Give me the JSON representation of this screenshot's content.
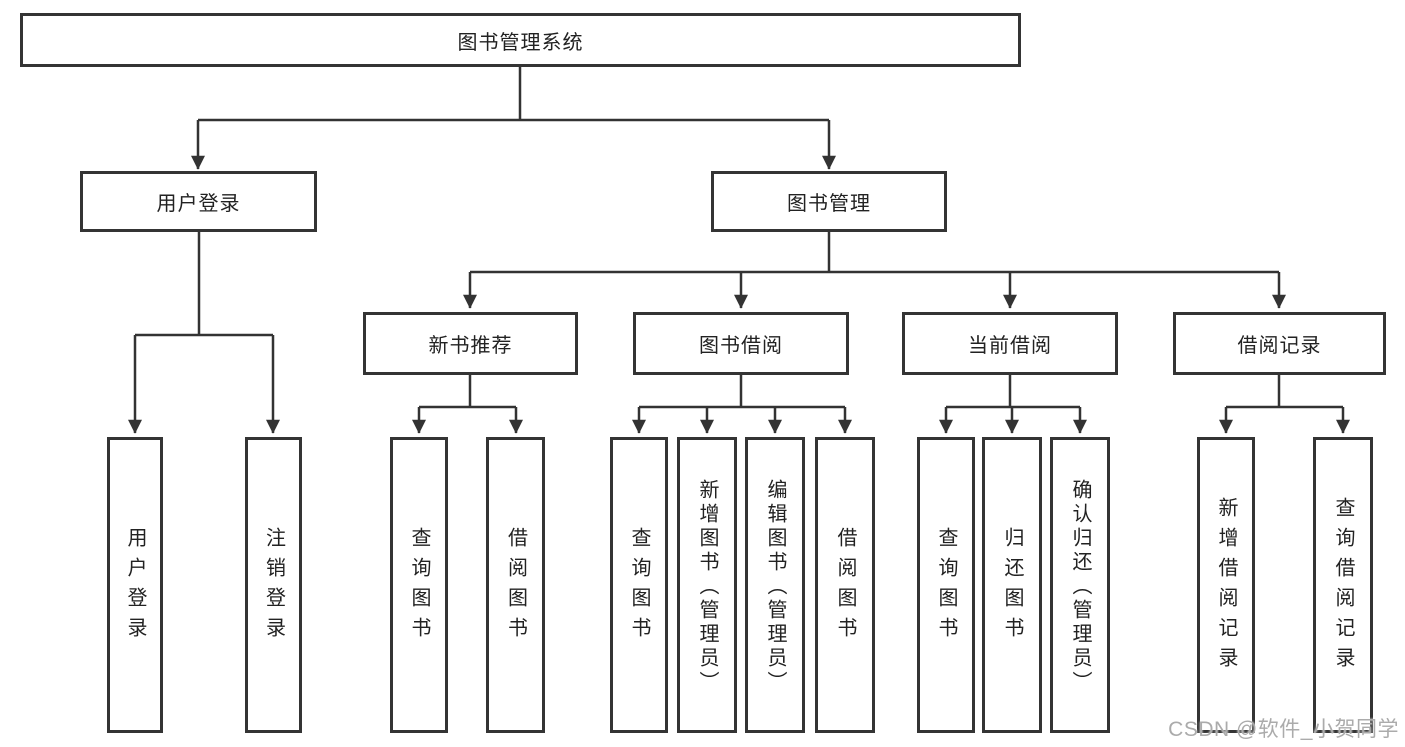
{
  "tree": {
    "label": "图书管理系统",
    "children": [
      {
        "label": "用户登录",
        "children": [
          {
            "label": "用户登录"
          },
          {
            "label": "注销登录"
          }
        ]
      },
      {
        "label": "图书管理",
        "children": [
          {
            "label": "新书推荐",
            "children": [
              {
                "label": "查询图书"
              },
              {
                "label": "借阅图书"
              }
            ]
          },
          {
            "label": "图书借阅",
            "children": [
              {
                "label": "查询图书"
              },
              {
                "label": "新增图书（管理员）"
              },
              {
                "label": "编辑图书（管理员）"
              },
              {
                "label": "借阅图书"
              }
            ]
          },
          {
            "label": "当前借阅",
            "children": [
              {
                "label": "查询图书"
              },
              {
                "label": "归还图书"
              },
              {
                "label": "确认归还（管理员）"
              }
            ]
          },
          {
            "label": "借阅记录",
            "children": [
              {
                "label": "新增借阅记录"
              },
              {
                "label": "查询借阅记录"
              }
            ]
          }
        ]
      }
    ]
  },
  "watermark": {
    "text": "CSDN @软件_小贺同学"
  },
  "colors": {
    "line": "#333333",
    "border": "#343434",
    "text": "#222222",
    "background": "#ffffff",
    "watermark": "#ababab"
  }
}
